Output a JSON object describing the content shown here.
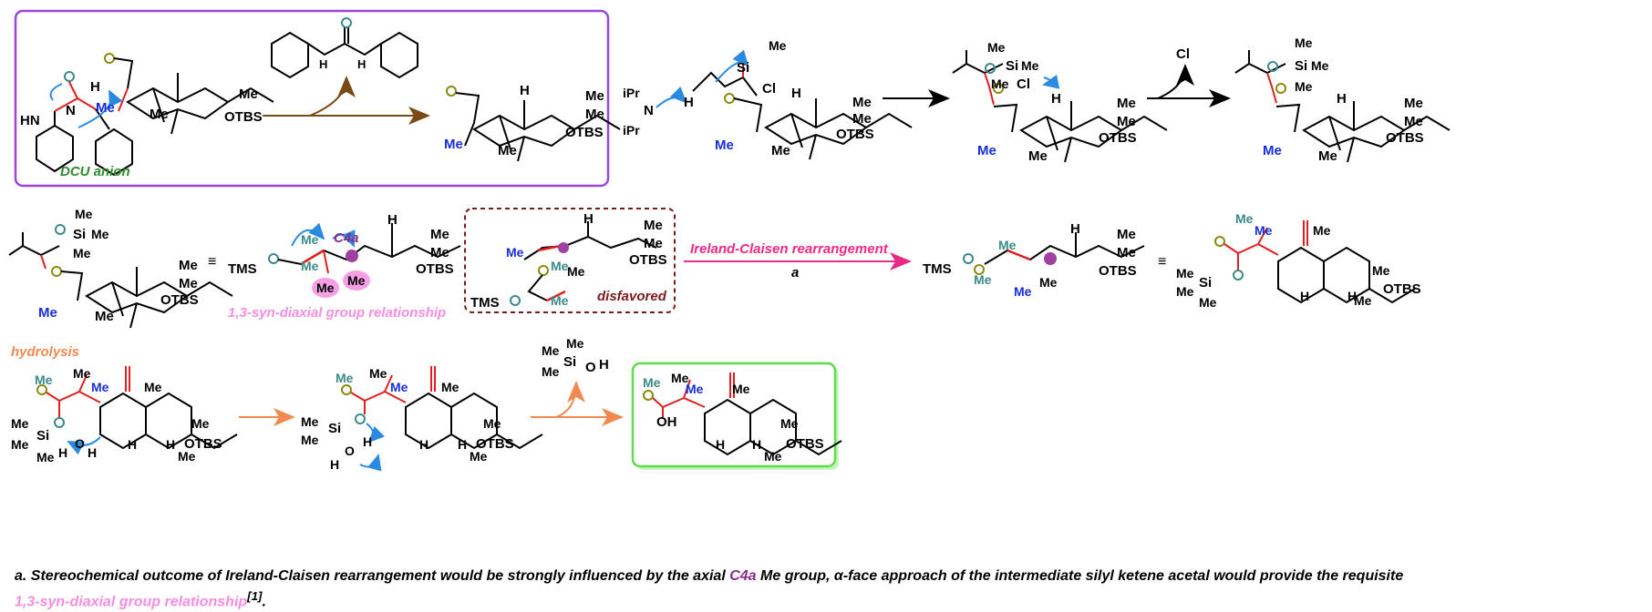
{
  "labels": {
    "dcu_anion": "DCU anion",
    "me": "Me",
    "otbs": "OTBS",
    "h": "H",
    "n": "N",
    "hn": "HN",
    "o": "O",
    "ipr": "iPr",
    "si": "Si",
    "cl": "Cl",
    "tms": "TMS",
    "c4a": "C4a",
    "oh": "OH",
    "h_plus": "H",
    "ireland_claisen": "Ireland-Claisen rearrangement",
    "a": "a",
    "disfavored": "disfavored",
    "syn_diaxial": "1,3-syn-diaxial group relationship",
    "hydrolysis": "hydrolysis",
    "equiv": "≡"
  },
  "footnote": {
    "prefix": "a.",
    "part1": "Stereochemical outcome of Ireland-Claisen rearrangement would be strongly influenced by the axial",
    "c4a": "C4a",
    "part2": "Me group, α-face approach of the intermediate silyl ketene acetal would provide the requisite",
    "pink": "1,3-syn-diaxial group relationship",
    "ref": "[1]",
    "end": "."
  },
  "colors": {
    "purple_box": "#9a46d8",
    "brown_arrow": "#7a4a14",
    "black_arrow": "#000000",
    "pink_arrow": "#ea2a86",
    "orange_arrow": "#f08a50",
    "green_box": "#5fdc4a",
    "dark_red_dash": "#7a1c1c",
    "blue_me": "#1a2ed6",
    "teal": "#3a8a8a",
    "red_bond": "#e02020",
    "olive_o": "#8a8a10",
    "green_text": "#2e8b2e",
    "orange_text": "#f08a50",
    "pink_text": "#f48ee0",
    "c4a_purple": "#8b2a8b",
    "curly_blue": "#2a8ae0"
  }
}
